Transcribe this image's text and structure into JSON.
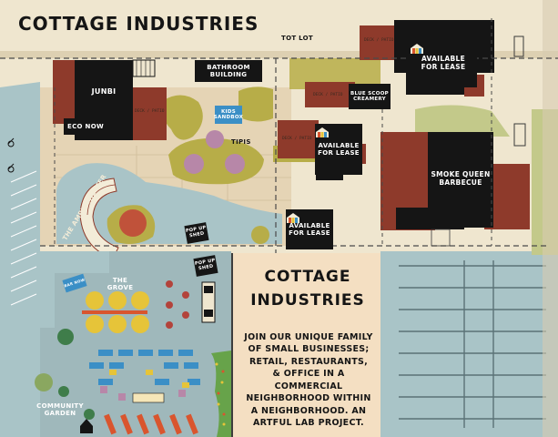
{
  "map_title": "COTTAGE INDUSTRIES",
  "labels": {
    "tot_lot": "TOT LOT",
    "junbi": "JUNBI",
    "eco_now": "ECO NOW",
    "bathroom_building": "BATHROOM BUILDING",
    "kids_sandbox": "KIDS SANDBOX",
    "tipis": "TIPIS",
    "blue_scoop": "BLUE SCOOP CREAMERY",
    "smoke_queen": "SMOKE QUEEN BARBECUE",
    "amphitheater": "THE AMPHITHEATER",
    "pop_up_shed_1": "POP UP SHED",
    "pop_up_shed_2": "POP UP SHED",
    "the_grove": "THE GROVE",
    "community_garden": "COMMUNITY GARDEN",
    "available_for_lease": "AVAILABLE FOR LEASE",
    "patio": "DECK / PATIO",
    "sign_small": "BAR NOW"
  },
  "info_panel": {
    "title_line1": "COTTAGE",
    "title_line2": "INDUSTRIES",
    "body": "JOIN OUR UNIQUE FAMILY OF SMALL BUSINESSES; RETAIL, RESTAURANTS, & OFFICE IN A COMMERCIAL NEIGHBORHOOD WITHIN A NEIGHBORHOOD. AN ARTFUL LAB PROJECT."
  },
  "colors": {
    "building_black": "#151515",
    "building_brick": "#8e3a2b",
    "olive": "#b7ad48",
    "pavement_blue": "#a9c4c7",
    "sidewalk": "#e5d4b5",
    "lawn": "#c3c98a",
    "info_panel": "#f4dfc2"
  }
}
